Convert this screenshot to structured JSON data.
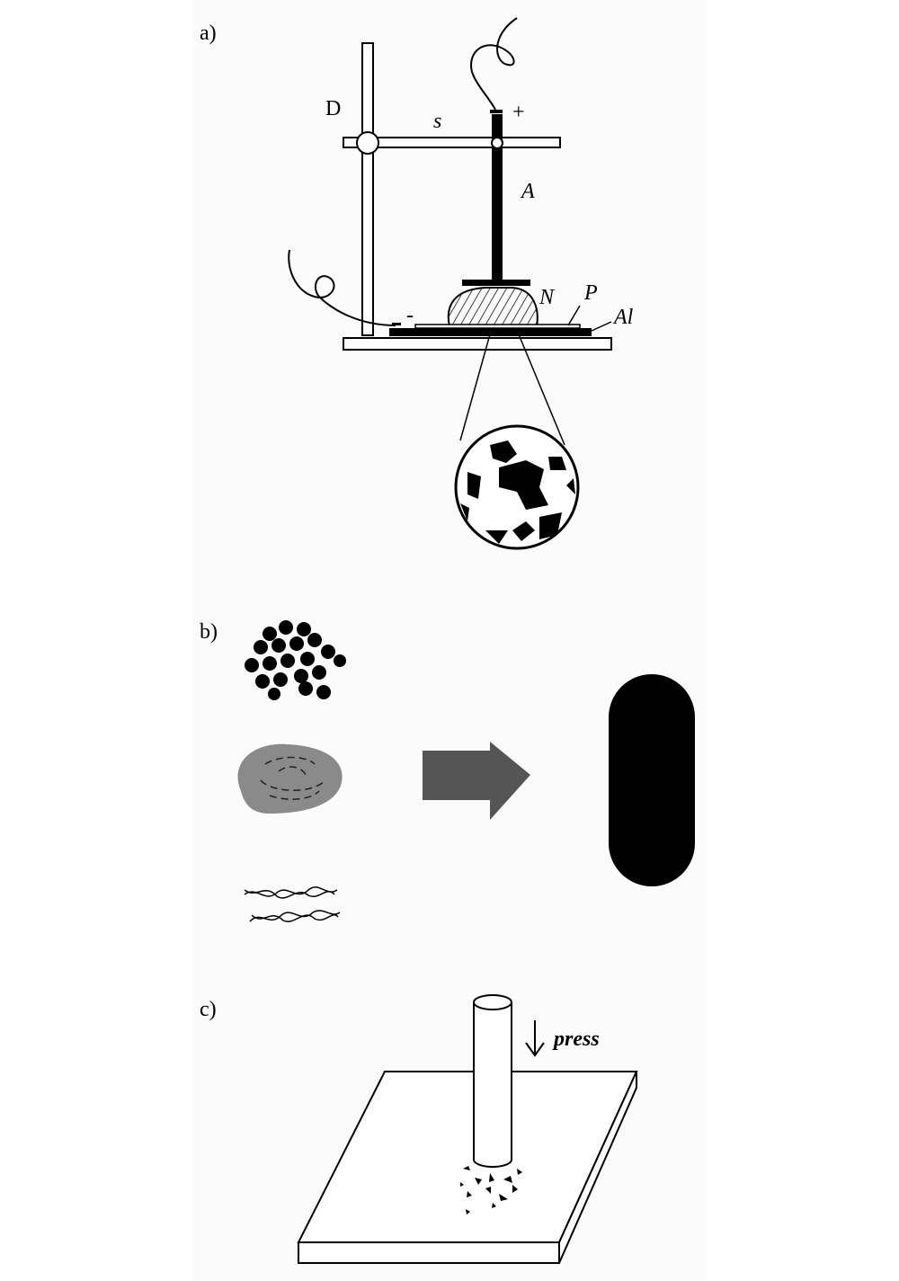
{
  "panels": {
    "a": {
      "label": "a)",
      "parts": {
        "stand": "D",
        "clamp_rod": "s",
        "anode": "A",
        "positive": "+",
        "negative": "-",
        "sample": "N",
        "paper": "P",
        "aluminium": "Al"
      }
    },
    "b": {
      "label": "b)"
    },
    "c": {
      "label": "c)",
      "action": "press"
    }
  },
  "colors": {
    "ink": "#000000",
    "gray_blob": "#8a8a8a",
    "arrow": "#555555",
    "background": "#ffffff"
  }
}
